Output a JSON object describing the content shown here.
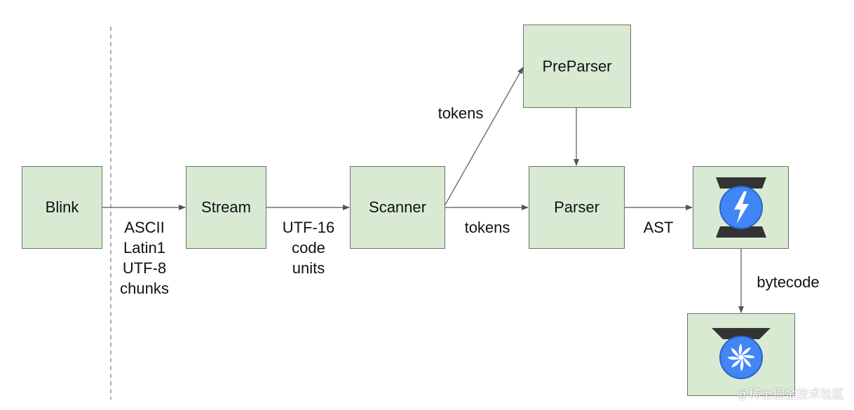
{
  "nodes": {
    "blink": "Blink",
    "stream": "Stream",
    "scanner": "Scanner",
    "preparser": "PreParser",
    "parser": "Parser",
    "ignition": "ignition-logo-icon",
    "turbofan": "turbofan-logo-icon"
  },
  "edge_labels": {
    "blink_stream": [
      "ASCII",
      "Latin1",
      "UTF-8",
      "chunks"
    ],
    "stream_scanner": [
      "UTF-16",
      "code",
      "units"
    ],
    "scanner_parser": "tokens",
    "scanner_preparser": "tokens",
    "parser_ignition": "AST",
    "ignition_turbofan": "bytecode"
  },
  "watermark": "@稀土掘金技术社区",
  "colors": {
    "box_fill": "#d9ead3",
    "box_border": "#6f6f6f",
    "arrow": "#555555",
    "logo_blue": "#4285f4",
    "logo_dark": "#333333"
  }
}
